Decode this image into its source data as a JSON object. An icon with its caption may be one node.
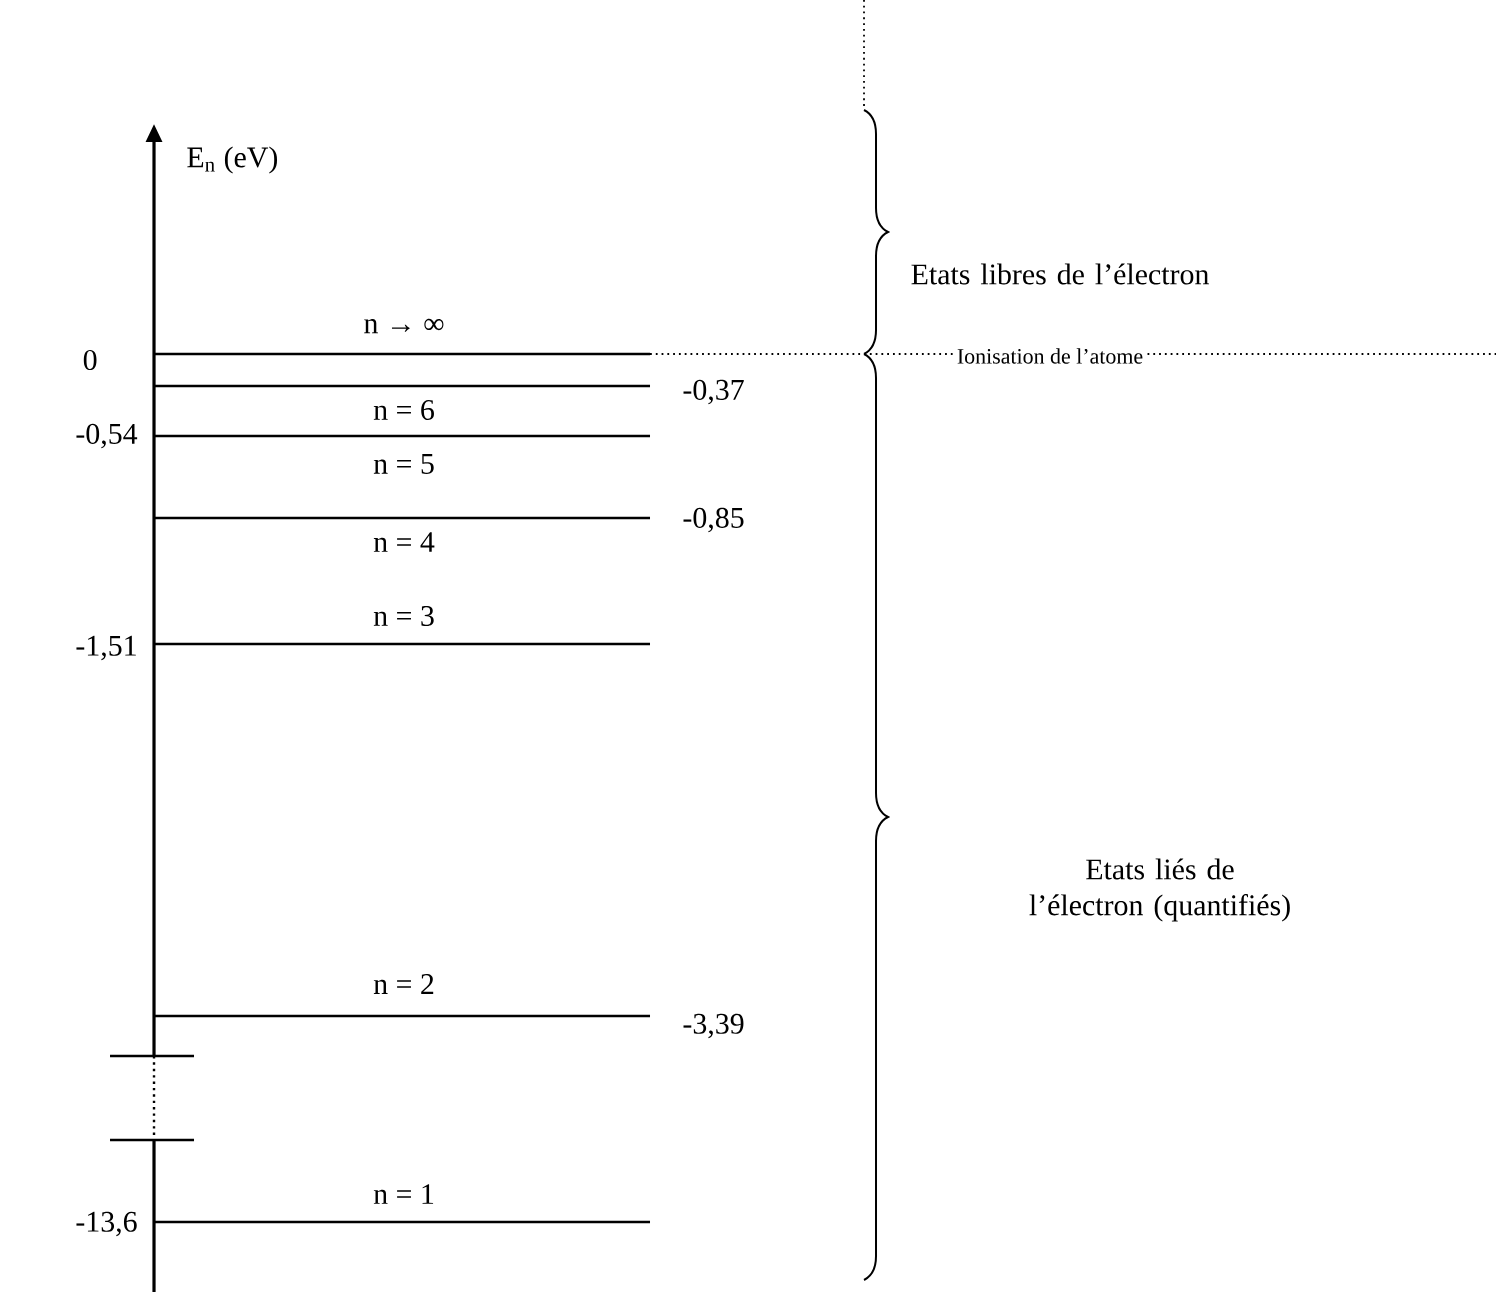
{
  "diagram": {
    "labels": [
      "E$_{n}$ (eV)",
      "Etats libres de l’électron",
      "n → ∞",
      "0",
      "Ionisation de l’atome",
      "n = 6",
      "-0,37",
      "-0,54",
      "n = 5",
      "n = 4",
      "-0,85",
      "n = 3",
      "-1,51",
      "Etats liés de l’électron (quantifiés)",
      "n = 2",
      "-3,39",
      "-13,6",
      "n = 1"
    ]
  }
}
